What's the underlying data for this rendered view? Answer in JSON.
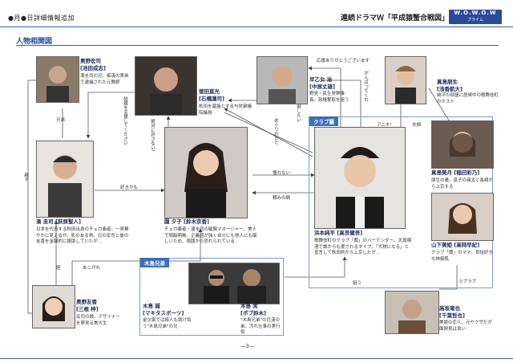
{
  "header": {
    "left_text": "●月●日詳細情報追加",
    "right_text": "連続ドラマＷ「平成猿蟹合戦図」",
    "logo_line1": "W.O.W.O.W",
    "logo_line2": "プライム"
  },
  "section_title": "人物相関図",
  "groups": {
    "club": "クラブ蘭",
    "kijima": "木島兄弟"
  },
  "characters": {
    "okuno_koji": {
      "name": "奥野宏司",
      "actor": "[池田成志]",
      "desc": "湊圭司の兄。痴漢の実弟で逮捕された元教師"
    },
    "tokuda": {
      "name": "徳田直光",
      "actor": "[石橋蓮司]",
      "desc": "秋田を基盤とする与党衆議院議員"
    },
    "saotome": {
      "name": "早乙女 治",
      "actor": "[中原丈雄]",
      "desc": "野党・民生党幹事長。政権奪取を狙う"
    },
    "mashima_tomoo": {
      "name": "真島朋生",
      "actor": "[浅香航大]",
      "desc": "純平の部屋に居候中の歌舞伎町のホスト"
    },
    "mashima_mizuki": {
      "name": "真島美月",
      "actor": "[稲田彩乃]",
      "desc": "朋生の妻。息子の瑛太と長崎から上京する"
    },
    "minato": {
      "name": "湊 圭司",
      "actor": "[萩原聖人]",
      "desc": "日本を代表する秋田出身のチェロ奏者。一見華やかに見えるが、影のある男。兄の宏司と彼の友香を金銭的に援助していたが…"
    },
    "sono": {
      "name": "園 夕子",
      "actor": "[鈴木京香]",
      "desc": "チェロ奏者・湊圭司の敏腕マネージャー。美人で頭脳明晰。正義感が強く自分にも他人にも厳しいため、周囲から恐れられている"
    },
    "hamamoto": {
      "name": "浜本純平",
      "actor": "[高良健吾]",
      "desc": "歌舞伎町のクラブ「蘭」のバーテンダー。天真爛漫で誰からも愛されるタイプ。「大物になる」と宣言して秋田県から上京したが…"
    },
    "yamashita": {
      "name": "山下美姫",
      "actor": "[高岡早紀]",
      "desc": "クラブ「蘭」のママ。世話好きな姉御肌"
    },
    "okuno_tomoka": {
      "name": "奥野友香",
      "actor": "[三根 梓]",
      "desc": "宏司の娘。デザイナーを夢見る美大生"
    },
    "kijima_makoto": {
      "name": "木島 誠",
      "actor": "[マキタスポーツ]",
      "desc": "金欠家では殺人も請け負う\"木島兄弟\"の兄"
    },
    "kijima_minoru": {
      "name": "木島 実",
      "actor": "[ボブ鈴木]",
      "desc": "\"木島兄弟\"の巨漢の弟。汚れ仕事の実行役"
    },
    "takasaka": {
      "name": "高坂竜也",
      "actor": "[千葉哲也]",
      "desc": "美姫の恋人。元ヤクザだが面倒見は良い"
    }
  },
  "relations": {
    "okuno_minato": "兄弟",
    "minato_sono": "好きかも",
    "sono_hamamoto_1": "憧れない",
    "sono_hamamoto_2": "頼みの綱",
    "tokuda_minato": "結婚を支援してください",
    "sono_tokuda": "絶対に許さない!",
    "saotome_hamamoto": "倒したい",
    "hamamoto_tokuda": "めぐりわたた",
    "hamamoto_saotome": "応援ありがとうございます",
    "saotome_hamamoto_2": "がんばってくれ",
    "mashima_hamamoto": "アニキ!",
    "mashima_couple": "夫婦",
    "minato_tomoka_parent": "親子",
    "tomoka_minato": "姪",
    "tomoka_sono": "あこがれ",
    "yamashita_takasaka": "ラブラブ",
    "kijima_hamamoto": "狙う"
  },
  "page_number": "—3—"
}
